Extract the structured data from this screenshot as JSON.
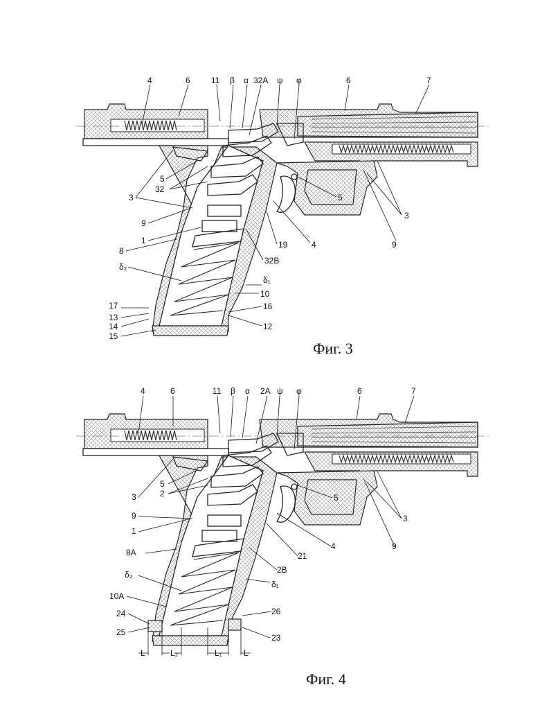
{
  "figures": [
    {
      "caption": "Фиг. 3",
      "labels": {
        "l4a": "4",
        "l6a": "6",
        "l11": "11",
        "lbeta": "β",
        "lalpha": "α",
        "lcart": "32A",
        "lpsi": "ψ",
        "lphi": "φ",
        "l6b": "6",
        "l7": "7",
        "l5a": "5",
        "l32": "32",
        "l3a": "3",
        "l9a": "9",
        "l1": "1",
        "l8": "8",
        "ldelta2": "δ₂",
        "l17": "17",
        "l13": "13",
        "l14": "14",
        "l15": "15",
        "l5b": "5",
        "l3b": "3",
        "l19": "19",
        "l4b": "4",
        "l9b": "9",
        "l32b": "32B",
        "ldelta1": "δ₁",
        "l10": "10",
        "l16": "16",
        "l12": "12"
      }
    },
    {
      "caption": "Фиг. 4",
      "labels": {
        "l4a": "4",
        "l6a": "6",
        "l11": "11",
        "lbeta": "β",
        "lalpha": "α",
        "lcart": "2A",
        "lpsi": "ψ",
        "lphi": "φ",
        "l6b": "6",
        "l7": "7",
        "l5a": "5",
        "l2": "2",
        "l3a": "3",
        "l9a": "9",
        "l1": "1",
        "l8": "8A",
        "ldelta2": "δ₂",
        "l10": "10A",
        "l24": "24",
        "l25": "25",
        "l5b": "5",
        "l3b": "3",
        "l21": "21",
        "l4b": "4",
        "l9b": "9",
        "l2b": "2B",
        "ldelta1": "δ₁",
        "l26": "26",
        "l23": "23",
        "dL_left": "L",
        "dL2": "L₂",
        "dL1": "L₁",
        "dL_right": "L"
      }
    }
  ]
}
